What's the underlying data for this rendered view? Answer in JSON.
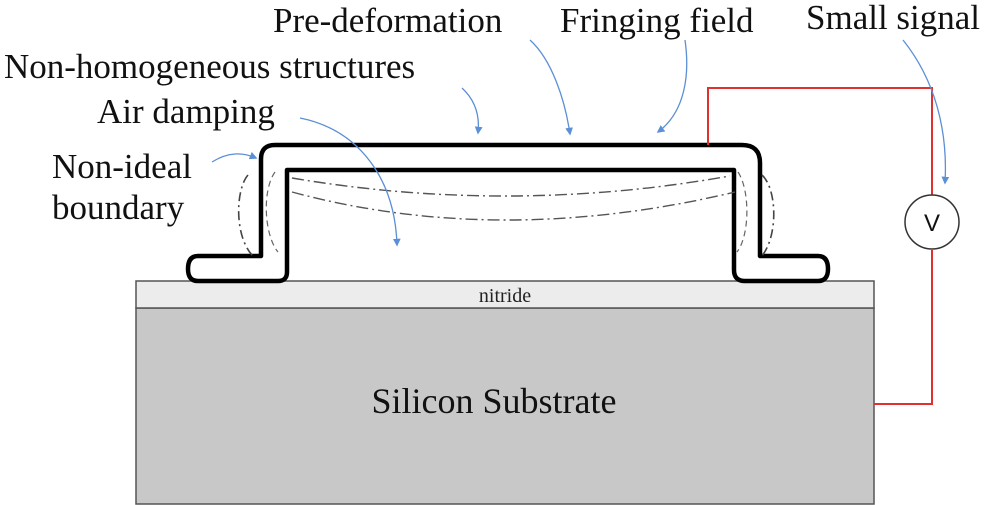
{
  "labels": {
    "pre_deformation": "Pre-deformation",
    "fringing_field": "Fringing field",
    "small_signal": "Small signal",
    "non_homogeneous": "Non-homogeneous structures",
    "air_damping": "Air damping",
    "non_ideal_line1": "Non-ideal",
    "non_ideal_line2": "boundary",
    "nitride": "nitride",
    "substrate": "Silicon Substrate",
    "voltmeter": "V"
  },
  "colors": {
    "arrow": "#5b8fd6",
    "wire": "#e03030",
    "substrate": "#c8c8c8",
    "nitride": "#ececec",
    "beam": "#000000"
  }
}
